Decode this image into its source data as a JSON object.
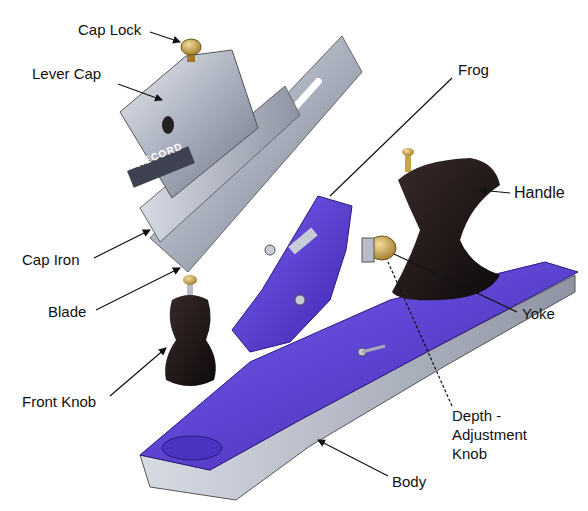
{
  "diagram": {
    "labels": [
      "Cap Lock",
      "Lever Cap",
      "Frog",
      "Handle",
      "Cap Iron",
      "Yoke",
      "Blade",
      "Front Knob",
      "Depth - Adjustment Knob",
      "Body",
      "RECORD"
    ]
  }
}
